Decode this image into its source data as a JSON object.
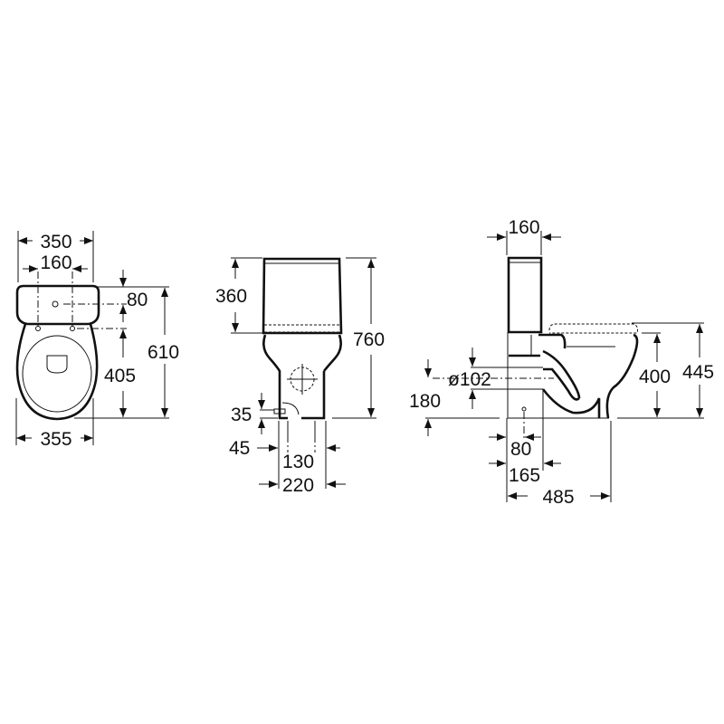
{
  "drawing": {
    "top_view": {
      "width_tank": "350",
      "fixing_spacing": "160",
      "tank_to_fixing": "80",
      "total_depth": "610",
      "fixing_to_front": "405",
      "width_bowl": "355"
    },
    "front_view": {
      "tank_height": "360",
      "total_height": "760",
      "inlet_height": "35",
      "inlet_offset": "45",
      "fixing_spacing": "130",
      "base_width": "220"
    },
    "side_view": {
      "tank_depth": "160",
      "outlet_diameter": "ø102",
      "outlet_height": "180",
      "fixing_from_wall": "80",
      "outlet_from_wall": "165",
      "total_depth": "485",
      "rim_height": "400",
      "seat_height": "445"
    },
    "line_color": "#111111"
  }
}
